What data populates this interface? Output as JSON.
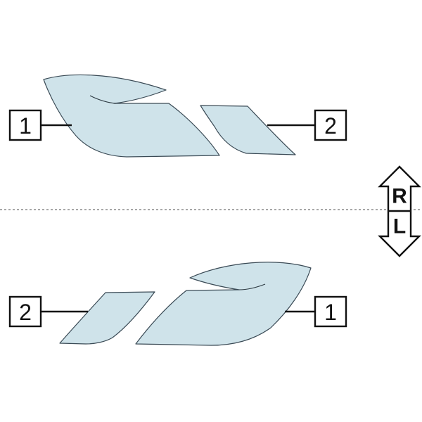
{
  "colors": {
    "panel_fill": "#cfe3ea",
    "outline": "#111111",
    "divider": "#8a8a8a"
  },
  "callouts": {
    "top_left": "1",
    "top_right": "2",
    "bottom_left": "2",
    "bottom_right": "1"
  },
  "side_indicator": {
    "upper": "R",
    "lower": "L"
  }
}
